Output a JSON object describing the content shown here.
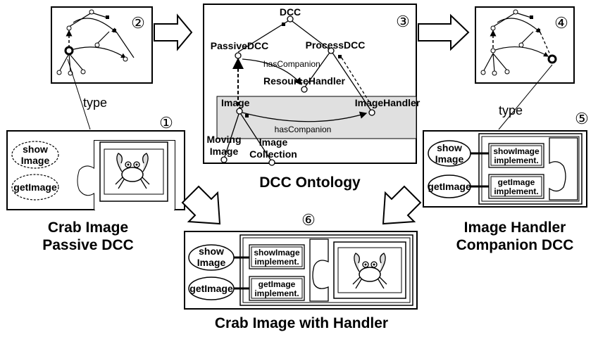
{
  "panels": {
    "p1": {
      "number": "①"
    },
    "p2": {
      "number": "②"
    },
    "p3": {
      "number": "③"
    },
    "p4": {
      "number": "④"
    },
    "p5": {
      "number": "⑤"
    },
    "p6": {
      "number": "⑥"
    }
  },
  "ontology": {
    "title": "DCC Ontology",
    "nodes": {
      "dcc": "DCC",
      "passive": "PassiveDCC",
      "process": "ProcessDCC",
      "resource": "ResourceHandler",
      "image": "Image",
      "imagehandler": "ImageHandler",
      "moving_l1": "Moving",
      "moving_l2": "Image",
      "collection_l1": "Image",
      "collection_l2": "Collection"
    },
    "edges": {
      "hascompanion_top": "hasCompanion",
      "hascompanion_bottom": "hasCompanion"
    }
  },
  "type_labels": {
    "left": "type",
    "right": "type"
  },
  "crab_passive": {
    "show_l1": "show",
    "show_l2": "Image",
    "get": "getImage",
    "caption_l1": "Crab Image",
    "caption_l2": "Passive DCC"
  },
  "handler_companion": {
    "show_l1": "show",
    "show_l2": "Image",
    "get": "getImage",
    "impl_show_l1": "showImage",
    "impl_show_l2": "implement.",
    "impl_get_l1": "getImage",
    "impl_get_l2": "implement.",
    "caption_l1": "Image Handler",
    "caption_l2": "Companion DCC"
  },
  "combined": {
    "show_l1": "show",
    "show_l2": "Image",
    "get": "getImage",
    "impl_show_l1": "showImage",
    "impl_show_l2": "implement.",
    "impl_get_l1": "getImage",
    "impl_get_l2": "implement.",
    "caption": "Crab Image with Handler"
  }
}
